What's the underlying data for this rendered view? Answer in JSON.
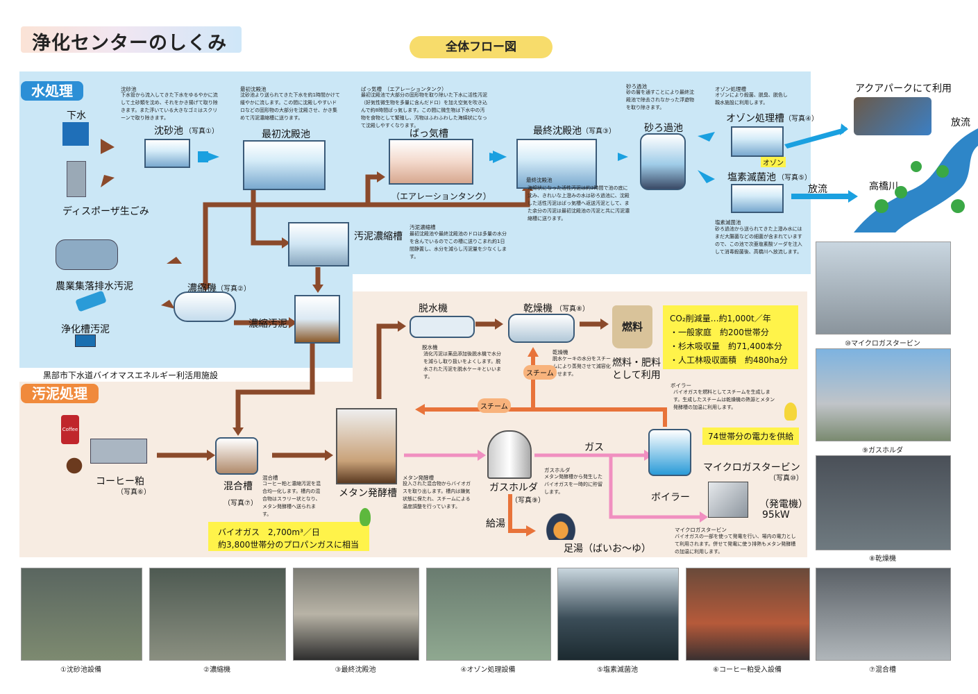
{
  "header": {
    "title": "浄化センターのしくみ",
    "flow_label": "全体フロー図"
  },
  "sections": {
    "water": "水処理",
    "sludge": "汚泥処理",
    "facility": "黒部市下水道バイオマスエネルギー利活用施設"
  },
  "water": {
    "gesui": "下水",
    "disposer": "ディスポーザ生ごみ",
    "chinsachi": {
      "title": "沈砂池",
      "photo": "（写真①）",
      "desc_title": "沈砂池",
      "desc": "下水管から流入してきた下水をゆるやかに流して土砂類を沈め、それをかき揚げて取り除きます。また浮いている大きなゴミはスクリーンで取り除きます。"
    },
    "saisho": {
      "title": "最初沈殿池",
      "desc_title": "最初沈殿池",
      "desc": "沈砂池より送られてきた下水を約1時間かけて緩やかに流します。この間に沈殿しやすいドロなどの固形物の大部分を沈殿させ、かき集めて汚泥濃縮槽に送ります。"
    },
    "bakki": {
      "title": "ばっ気槽",
      "sub": "（エアレーションタンク）",
      "desc_title": "ばっ気槽　（エアレーションタンク）",
      "desc": "最初沈殿池で大部分の固形物を取り除いた下水に活性汚泥（好気性微生物を多量に含んだドロ）を加え空気を吹き込んで約8時間ばっ気します。この間に微生物は下水中の汚物を食物として繁殖し、汚物はふわふわした海綿状になって沈殿しやすくなります。"
    },
    "saishu": {
      "title": "最終沈殿池",
      "photo": "（写真③）",
      "desc_title": "最終沈殿池",
      "desc": "海綿状になった活性汚泥は約3時間で池の底に沈み、きれいな上澄みの水は砂ろ過池に、沈殿した活性汚泥はばっ気槽へ返送汚泥として、また余分の汚泥は最初沈殿池の汚泥と共に汚泥濃縮槽に送ります。"
    },
    "suna": {
      "title": "砂ろ過池",
      "desc_title": "砂ろ過池",
      "desc": "砂の層を通すことにより最終沈殿池で除去されなかった浮遊物を取り除きます。"
    },
    "ozone": {
      "title": "オゾン処理槽",
      "photo": "（写真④）",
      "desc_title": "オゾン処理槽",
      "desc": "オゾンにより殺菌、脱臭、脱色し親水施設に利用します。",
      "tag": "オゾン"
    },
    "enso": {
      "title": "塩素滅菌池",
      "photo": "（写真⑤）",
      "desc_title": "塩素滅菌池",
      "desc": "砂ろ過池から送られてきた上澄み水にはまだ大腸菌などの細菌が含まれていますので、この池で次亜塩素酸ソーダを注入して消毒殺菌後、高橋川へ放流します。"
    },
    "aqua": "アクアパークにて利用",
    "houryu1": "放流",
    "houryu2": "放流",
    "river": "高橋川",
    "noshuku": {
      "title": "汚泥濃縮槽",
      "desc_title": "汚泥濃縮槽",
      "desc": "最初沈殿池や最終沈殿池のドロは多量の水分を含んでいるのでこの槽に送りこまれ約1日間静置し、水分を減らし汚泥量を少なくします。"
    },
    "nosyukuki": {
      "title": "濃縮機",
      "photo": "（写真②）"
    },
    "nosyuku_odei": "濃縮汚泥",
    "nougyou": "農業集落排水汚泥",
    "jyouka": "浄化槽汚泥"
  },
  "sludge": {
    "dassui": {
      "title": "脱水機",
      "desc_title": "脱水機",
      "desc": "消化汚泥は薬品添加後脱水機で水分を減らし取り扱いをよくします。脱水された汚泥を脱水ケーキといいます。"
    },
    "kansou": {
      "title": "乾燥機",
      "photo": "（写真⑧）",
      "desc_title": "乾燥機",
      "desc": "脱水ケーキの水分をスチームにより蒸発させて減容化させます。"
    },
    "nenryo": {
      "bag": "燃料",
      "caption1": "燃料・肥料",
      "caption2": "として利用"
    },
    "co2": {
      "l1": "CO₂削減量…約1,000t／年",
      "l2": "・一般家庭　約200世帯分",
      "l3": "・杉木吸収量　約71,400本分",
      "l4": "・人工林吸収面積　約480ha分"
    },
    "steam1": "スチーム",
    "steam2": "スチーム",
    "coffee": {
      "title": "コーヒー粕",
      "photo": "（写真⑥）",
      "can": "Coffee"
    },
    "kongou": {
      "title": "混合槽",
      "photo": "（写真⑦）",
      "desc_title": "混合槽",
      "desc": "コーヒー粕と濃縮汚泥を混合均一化します。槽内の混合物はスラリー状となり、メタン発酵槽へ送られます。"
    },
    "metan": {
      "title": "メタン発酵槽",
      "desc_title": "メタン発酵槽",
      "desc": "投入された混合物からバイオガスを取り出します。槽内は嫌気状態に保たれ、スチームによる温度調整を行っています。"
    },
    "biogas": {
      "l1": "バイオガス　2,700m³／日",
      "l2": "約3,800世帯分のプロパンガスに相当"
    },
    "gasholder": {
      "title": "ガスホルダ",
      "photo": "（写真⑨）",
      "desc_title": "ガスホルダ",
      "desc": "メタン発酵槽から発生したバイオガスを一時的に貯留します。"
    },
    "gas": "ガス",
    "kyuto": "給湯",
    "ashiyu": "足湯（ばいお〜ゆ）",
    "boiler": {
      "title": "ボイラー",
      "desc_title": "ボイラー",
      "desc": "バイオガスを燃料としてスチームを生成します。生成したスチームは乾燥機の熱源とメタン発酵槽の加温に利用します。"
    },
    "power": "74世帯分の電力を供給",
    "turbine": {
      "title": "マイクロガスタービン",
      "photo": "（写真⑩）",
      "gen": "（発電機）",
      "kw": "95kW",
      "desc_title": "マイクロガスタービン",
      "desc": "バイオガスの一部を使って発電を行い、場内の電力として利用されます。併せて発電に使う排熱もメタン発酵槽の加温に利用します。"
    }
  },
  "photos_right": [
    "⑩マイクロガスタービン",
    "⑨ガスホルダ",
    "⑧乾燥機"
  ],
  "photos_bottom": [
    "①沈砂池設備",
    "②濃縮機",
    "③最終沈殿池",
    "④オゾン処理設備",
    "⑤塩素滅菌池",
    "⑥コーヒー粕受入設備",
    "⑦混合槽"
  ],
  "colors": {
    "water_bg": "#cbe7f6",
    "sludge_bg": "#f7ece2",
    "blue_arrow": "#1aa0e0",
    "brown_arrow": "#8b4a2b",
    "pink_arrow": "#f08fc0",
    "orange_arrow": "#e8733a",
    "tag_blue": "#2c8fd6",
    "tag_orange": "#f08a3c"
  }
}
